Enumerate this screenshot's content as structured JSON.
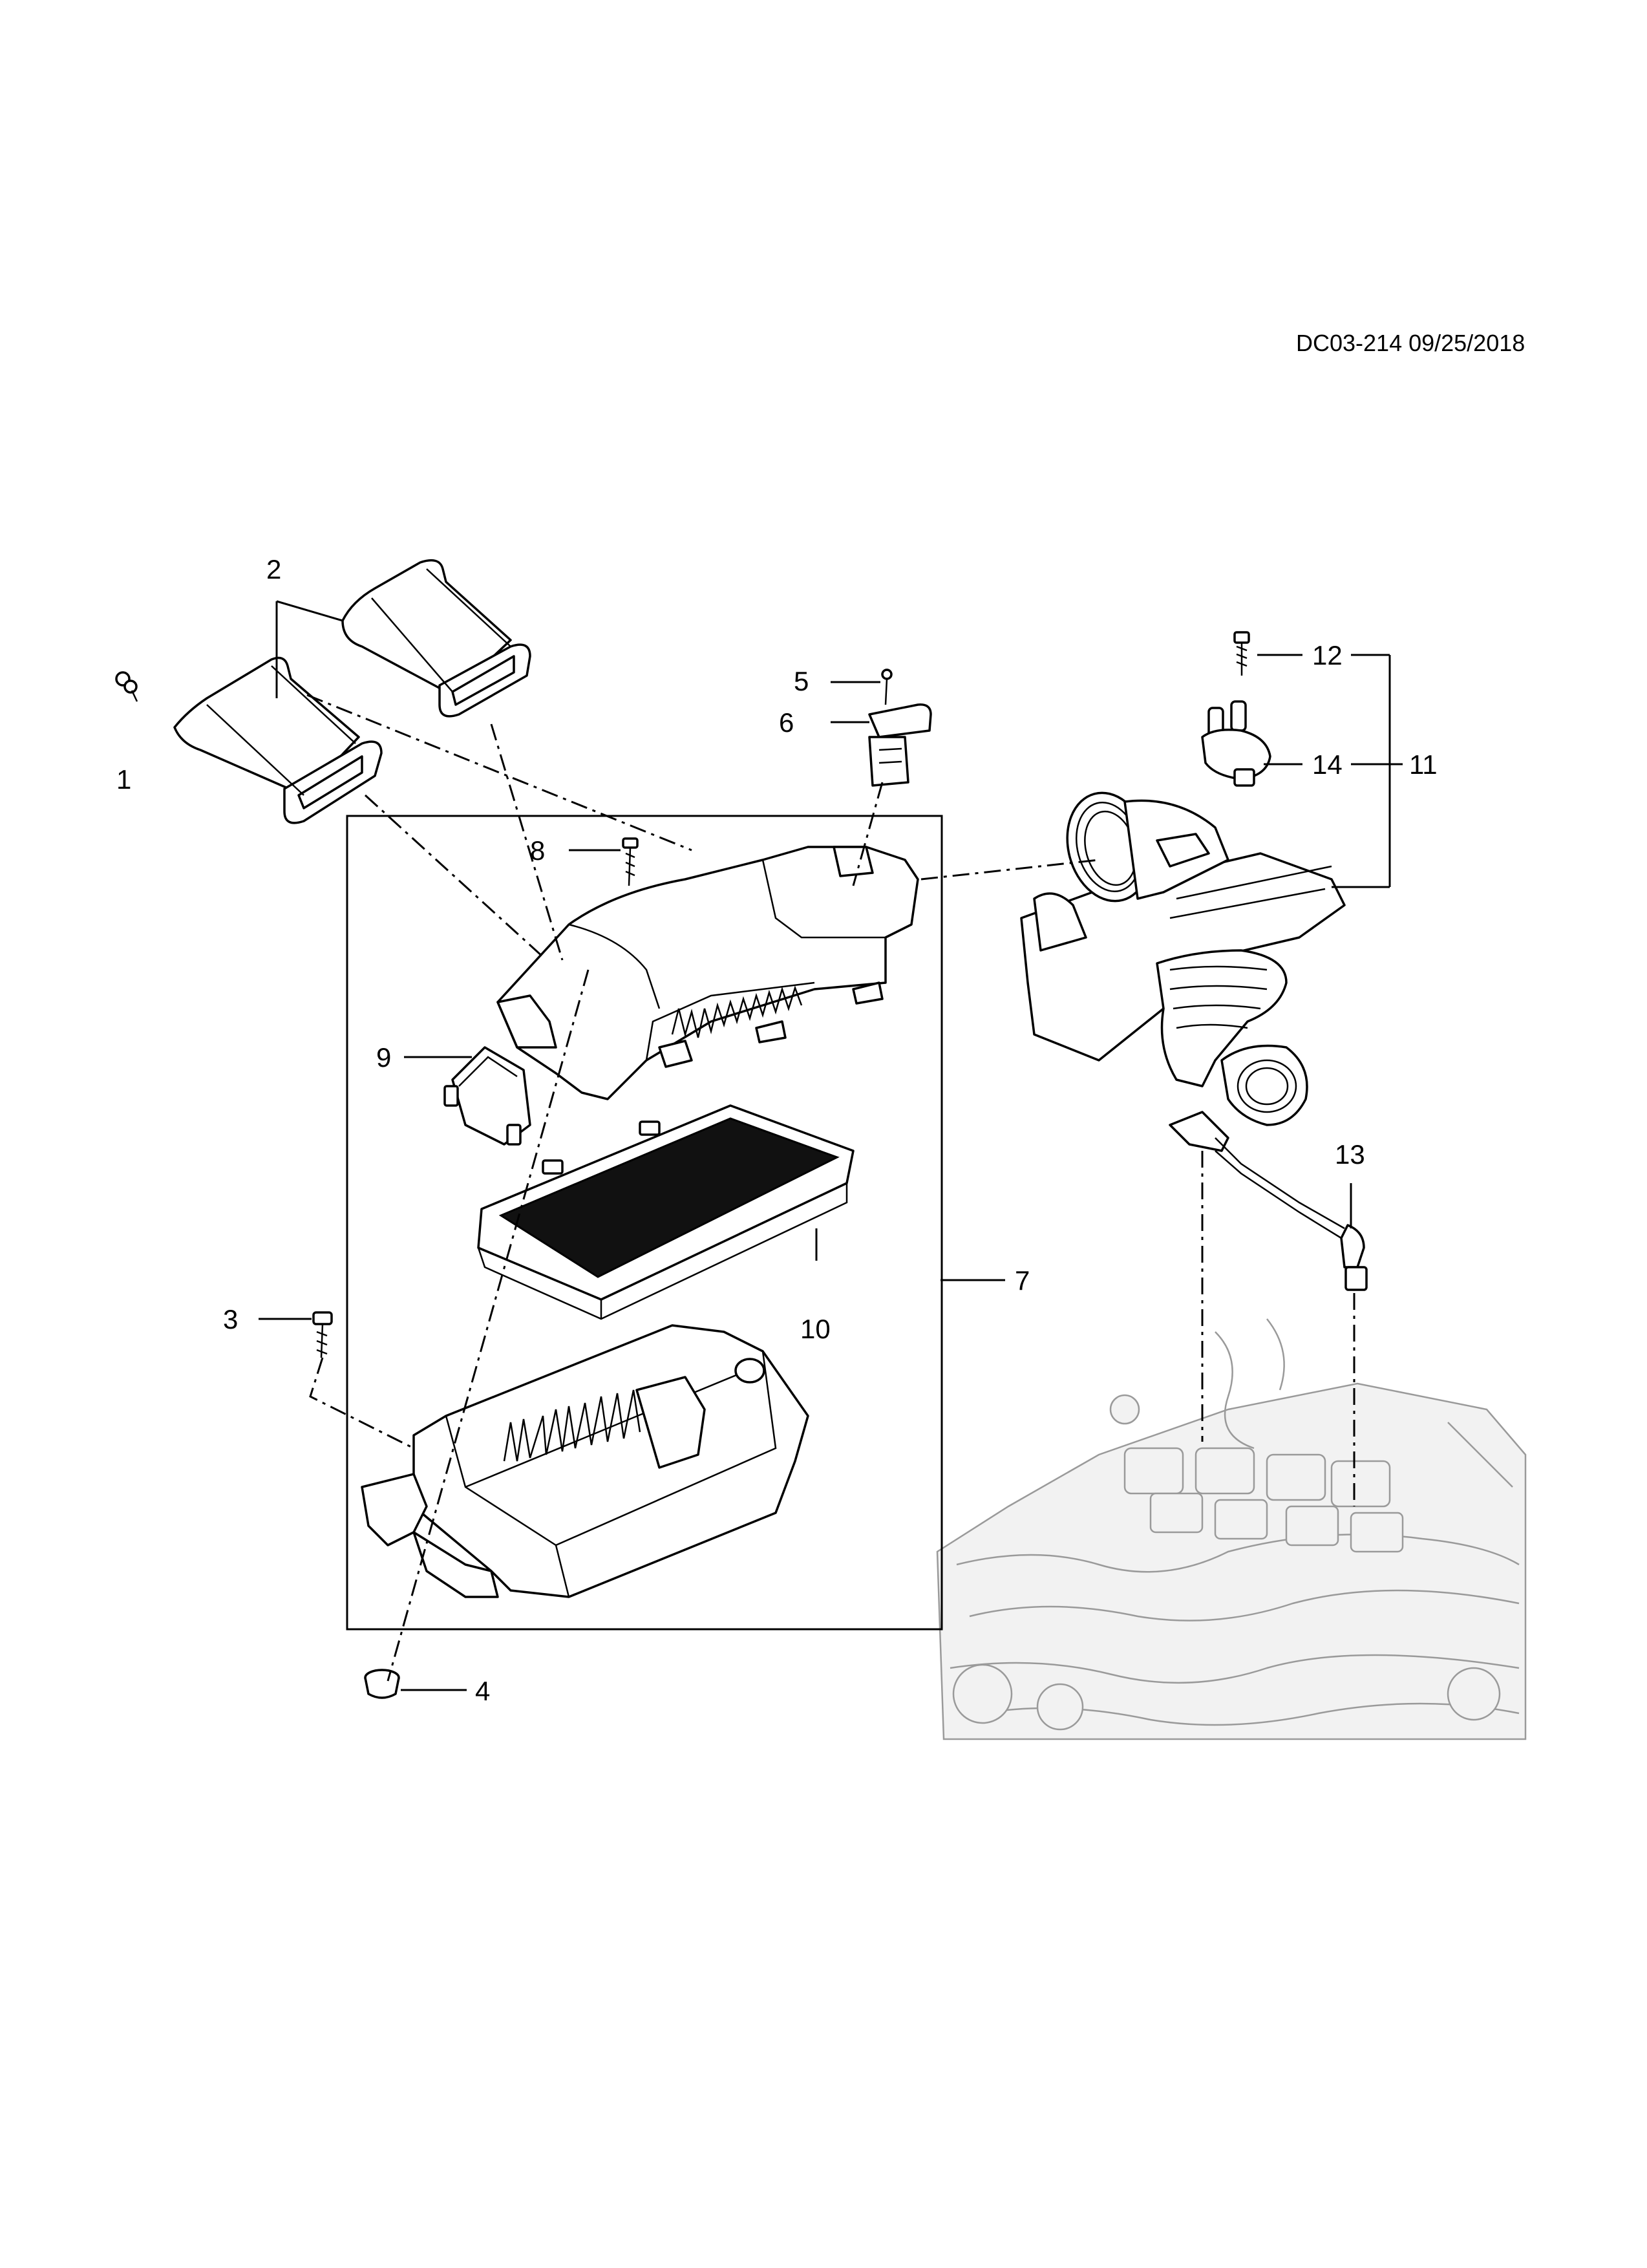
{
  "document": {
    "reference": "DC03-214 09/25/2018"
  },
  "callouts": {
    "c1": "1",
    "c2": "2",
    "c3": "3",
    "c4": "4",
    "c5": "5",
    "c6": "6",
    "c7": "7",
    "c8": "8",
    "c9": "9",
    "c10": "10",
    "c11": "11",
    "c12": "12",
    "c13": "13",
    "c14": "14"
  }
}
